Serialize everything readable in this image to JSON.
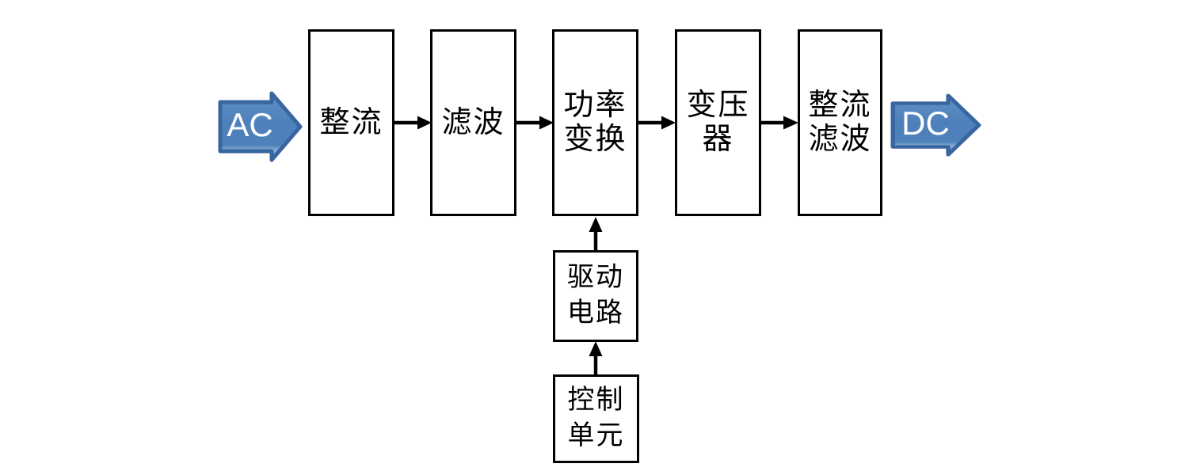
{
  "diagram": {
    "type": "block-flow-diagram",
    "description_visible": false,
    "io": {
      "input_label": "AC",
      "output_label": "DC"
    },
    "blocks": {
      "rectifier": {
        "label": "整流"
      },
      "filter": {
        "label": "滤波"
      },
      "power_conversion": {
        "label": "功率\n变换"
      },
      "transformer": {
        "label": "变压\n器"
      },
      "rectifier_filter": {
        "label": "整流\n滤波"
      },
      "drive_circuit": {
        "label": "驱动\n电路"
      },
      "control_unit": {
        "label": "控制\n单元"
      }
    },
    "flow": [
      "AC -> 整流 -> 滤波 -> 功率变换 -> 变压器 -> 整流滤波 -> DC",
      "控制单元 -> 驱动电路 -> 功率变换"
    ],
    "icons": {
      "ac_input": "ac-input-arrow",
      "dc_output": "dc-output-arrow",
      "flow_right": "flow-arrow-right",
      "flow_up": "flow-arrow-up"
    },
    "colors": {
      "background": "#ffffff",
      "box_border": "#000000",
      "text": "#000000",
      "connector": "#000000",
      "io_arrow_fill": "#4e80bb",
      "io_arrow_border": "#3a66a0",
      "io_arrow_text": "#ffffff"
    }
  }
}
